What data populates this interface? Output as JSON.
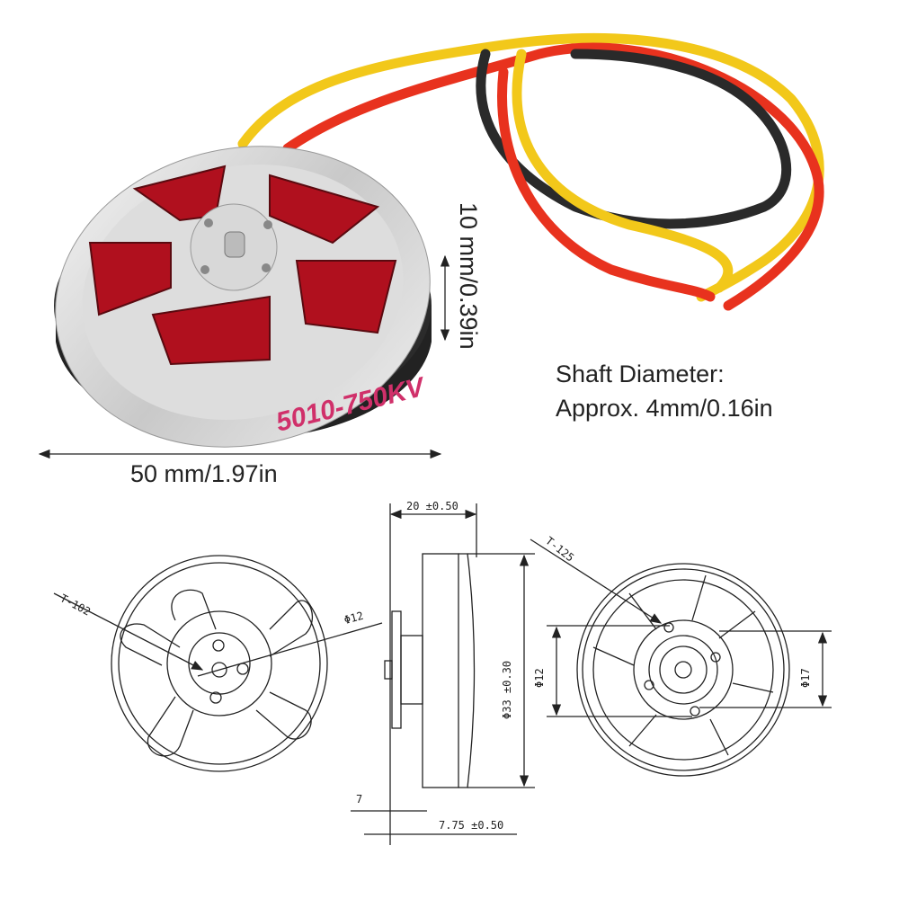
{
  "photo": {
    "model_label": "5010-750KV",
    "height_dimension": "10 mm/0.39in",
    "width_dimension": "50 mm/1.97in",
    "shaft": {
      "title": "Shaft Diameter:",
      "value": "Approx. 4mm/0.16in"
    },
    "colors": {
      "coil": "#c8102e",
      "wire_red": "#e8321e",
      "wire_yellow": "#f2c81a",
      "wire_black": "#2a2a2a",
      "label": "#d0306a"
    }
  },
  "drawing": {
    "front_screw_label": "T-102",
    "front_hole_label": "Φ12",
    "side_width": "20 ±0.50",
    "side_diameter": "Φ33 ±0.30",
    "side_shaft": "7",
    "side_offset": "7.75 ±0.50",
    "back_screw_label": "T-125",
    "back_left_diameter": "Φ12",
    "back_right_diameter": "Φ17"
  }
}
